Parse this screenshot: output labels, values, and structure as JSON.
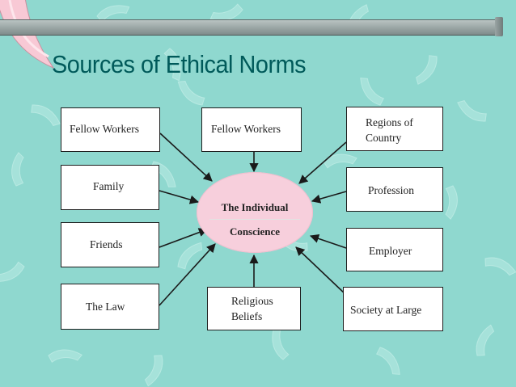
{
  "slide": {
    "title": "Sources of Ethical Norms",
    "colors": {
      "background": "#8fd8cf",
      "title": "#005a5a",
      "center_fill": "#f7cfdc",
      "box_fill": "#ffffff",
      "arrow": "#1a1a1a"
    }
  },
  "diagram": {
    "center": {
      "line1": "The Individual",
      "line2": "Conscience"
    },
    "sources": [
      {
        "id": "fellow-workers-left",
        "label": "Fellow Workers"
      },
      {
        "id": "fellow-workers-top",
        "label": "Fellow Workers"
      },
      {
        "id": "regions",
        "label": "Regions of\nCountry"
      },
      {
        "id": "family",
        "label": "Family"
      },
      {
        "id": "profession",
        "label": "Profession"
      },
      {
        "id": "friends",
        "label": "Friends"
      },
      {
        "id": "employer",
        "label": "Employer"
      },
      {
        "id": "the-law",
        "label": "The Law"
      },
      {
        "id": "religious",
        "label": "Religious\nBeliefs"
      },
      {
        "id": "society",
        "label": "Society at Large"
      }
    ],
    "edges": [
      {
        "from": "fellow-workers-left",
        "to": "center"
      },
      {
        "from": "fellow-workers-top",
        "to": "center"
      },
      {
        "from": "regions",
        "to": "center"
      },
      {
        "from": "family",
        "to": "center"
      },
      {
        "from": "profession",
        "to": "center"
      },
      {
        "from": "friends",
        "to": "center"
      },
      {
        "from": "employer",
        "to": "center"
      },
      {
        "from": "the-law",
        "to": "center"
      },
      {
        "from": "religious",
        "to": "center"
      },
      {
        "from": "society",
        "to": "center"
      }
    ]
  }
}
